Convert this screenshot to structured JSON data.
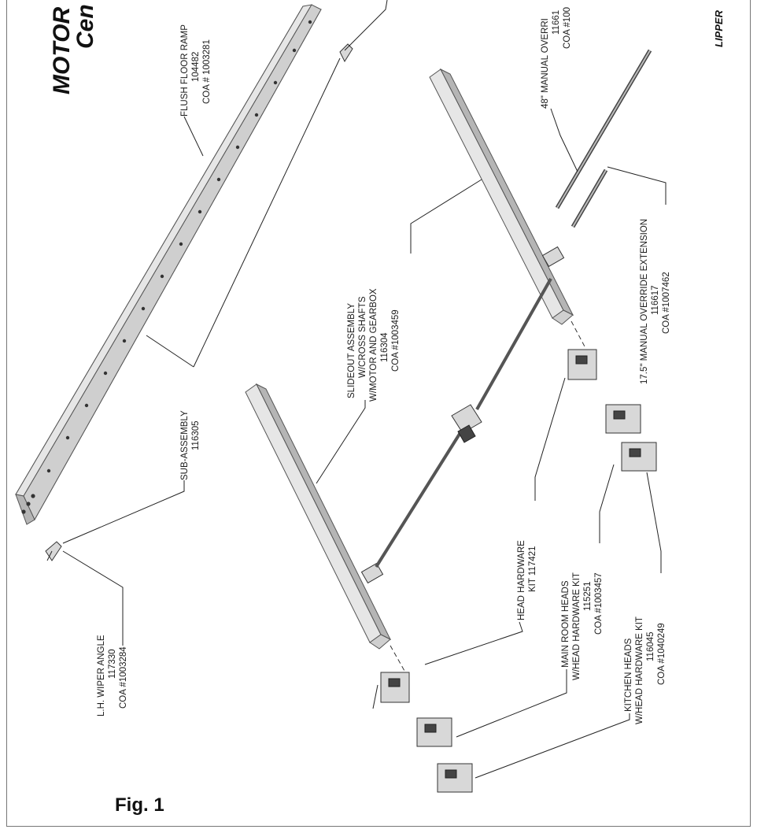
{
  "header": {
    "title_line1": "MOTOR",
    "title_line2": "Cen",
    "brand": "LIPPER"
  },
  "figure_label": "Fig. 1",
  "callouts": {
    "flush_floor_ramp": [
      "FLUSH FLOOR RAMP",
      "104482",
      "COA # 1003281"
    ],
    "sub_assembly": [
      "SUB-ASSEMBLY",
      "116305"
    ],
    "lh_wiper_angle": [
      "L.H. WIPER ANGLE",
      "117330",
      "COA #1003284"
    ],
    "slideout_assembly": [
      "SLIDEOUT ASSEMBLY",
      "W/CROSS SHAFTS",
      "W/MOTOR AND GEARBOX",
      "116304",
      "COA #1003459"
    ],
    "manual_override_48": [
      "48\" MANUAL OVERRI",
      "11661",
      "COA #100"
    ],
    "manual_override_ext": [
      "17.5\" MANUAL OVERRIDE EXTENSION",
      "116617",
      "COA #1007462"
    ],
    "head_hardware_kit": [
      "HEAD HARDWARE",
      "KIT 117421"
    ],
    "main_room_heads": [
      "MAIN ROOM HEADS",
      "W/HEAD HARDWARE KIT",
      "115251",
      "COA #1003457"
    ],
    "kitchen_heads": [
      "KITCHEN HEADS",
      "W/HEAD HARDWARE KIT",
      "116045",
      "COA #1040249"
    ]
  }
}
